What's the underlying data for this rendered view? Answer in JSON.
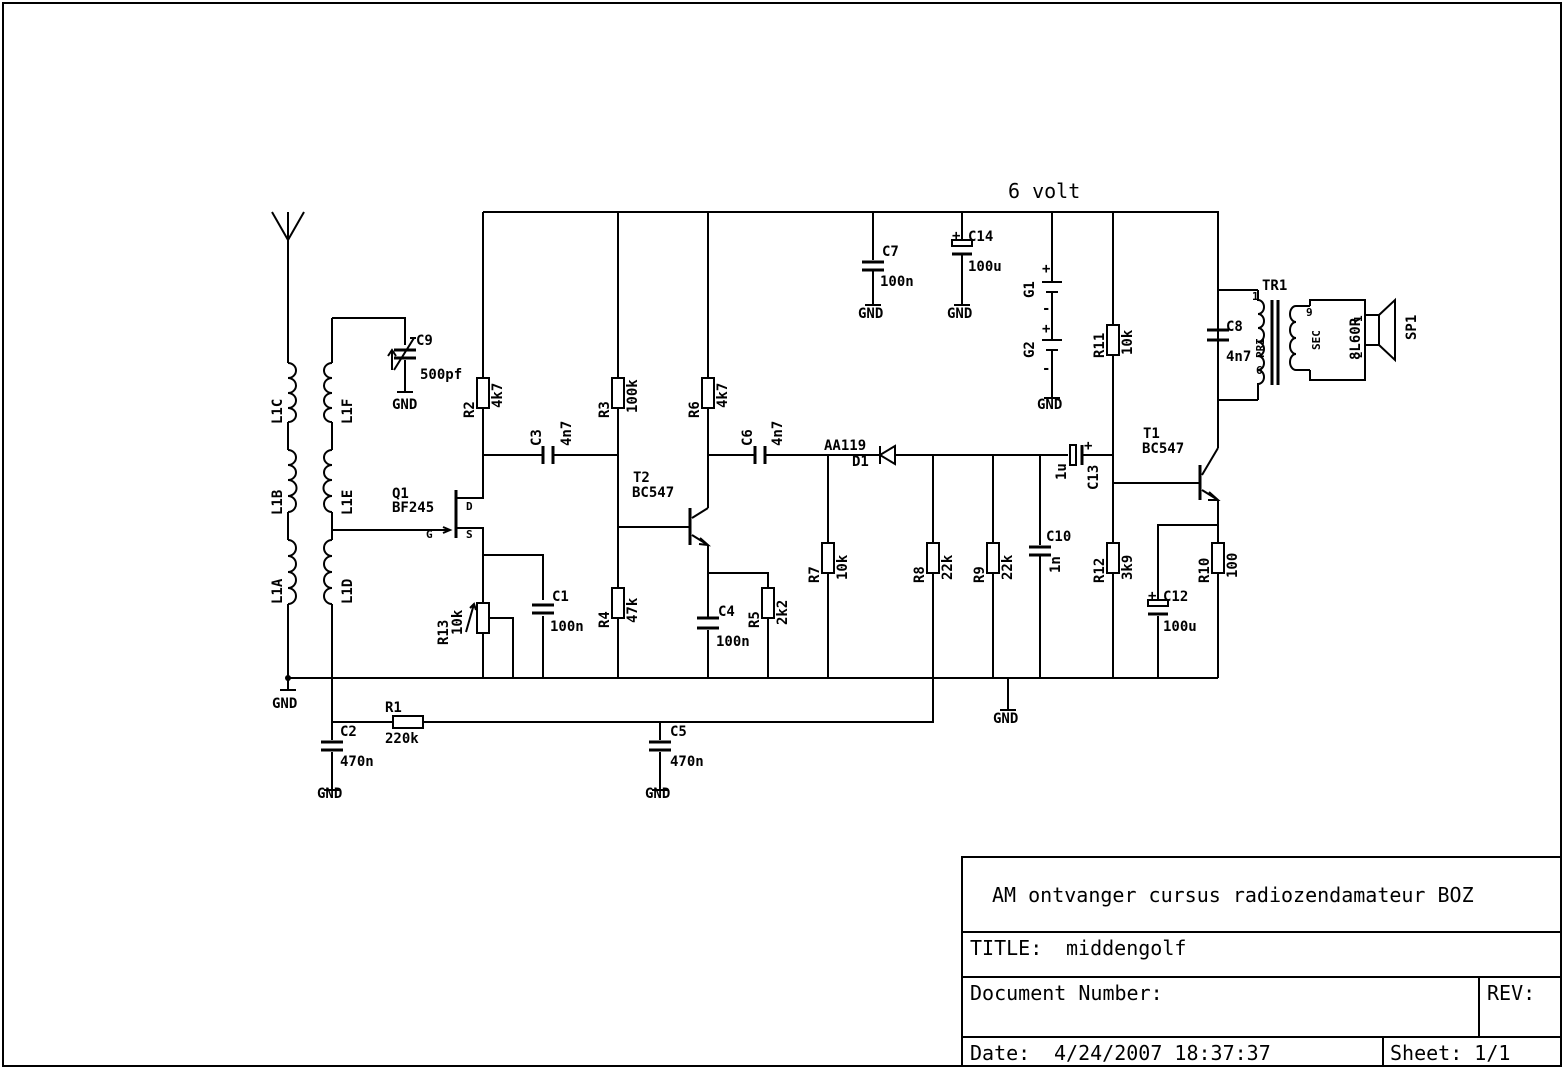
{
  "supply": {
    "label": "6 volt"
  },
  "components": {
    "L1A": "L1A",
    "L1B": "L1B",
    "L1C": "L1C",
    "L1D": "L1D",
    "L1E": "L1E",
    "L1F": "L1F",
    "C9": {
      "ref": "C9",
      "value": "500pf"
    },
    "Q1": {
      "ref": "Q1",
      "value": "BF245",
      "pin_d": "D",
      "pin_g": "G",
      "pin_s": "S"
    },
    "R2": {
      "ref": "R2",
      "value": "4k7"
    },
    "R3": {
      "ref": "R3",
      "value": "100k"
    },
    "R4": {
      "ref": "R4",
      "value": "47k"
    },
    "R5": {
      "ref": "R5",
      "value": "2k2"
    },
    "R6": {
      "ref": "R6",
      "value": "4k7"
    },
    "R7": {
      "ref": "R7",
      "value": "10k"
    },
    "R8": {
      "ref": "R8",
      "value": "22k"
    },
    "R9": {
      "ref": "R9",
      "value": "22k"
    },
    "R10": {
      "ref": "R10",
      "value": "100"
    },
    "R11": {
      "ref": "R11",
      "value": "10k"
    },
    "R12": {
      "ref": "R12",
      "value": "3k9"
    },
    "R13": {
      "ref": "R13",
      "value": "10k"
    },
    "R1": {
      "ref": "R1",
      "value": "220k"
    },
    "C1": {
      "ref": "C1",
      "value": "100n"
    },
    "C2": {
      "ref": "C2",
      "value": "470n"
    },
    "C3": {
      "ref": "C3",
      "value": "4n7"
    },
    "C4": {
      "ref": "C4",
      "value": "100n"
    },
    "C5": {
      "ref": "C5",
      "value": "470n"
    },
    "C6": {
      "ref": "C6",
      "value": "4n7"
    },
    "C7": {
      "ref": "C7",
      "value": "100n"
    },
    "C8": {
      "ref": "C8",
      "value": "4n7"
    },
    "C10": {
      "ref": "C10",
      "value": "1n"
    },
    "C12": {
      "ref": "C12",
      "value": "100u"
    },
    "C13": {
      "ref": "C13",
      "value": "1u"
    },
    "C14": {
      "ref": "C14",
      "value": "100u"
    },
    "T1": {
      "ref": "T1",
      "value": "BC547"
    },
    "T2": {
      "ref": "T2",
      "value": "BC547"
    },
    "D1": {
      "ref": "D1",
      "value": "AA119"
    },
    "G1": "G1",
    "G2": "G2",
    "TR1": {
      "ref": "TR1",
      "pri": "PRI",
      "sec": "SEC",
      "pin1": "1",
      "pin6": "6",
      "pin9": "9",
      "pin2": "2",
      "pin1b": "1"
    },
    "SP1": {
      "ref": "SP1",
      "value": "8L60R"
    }
  },
  "gnd_label": "GND",
  "plus": "+",
  "minus": "-",
  "title_block": {
    "heading": "AM ontvanger cursus radiozendamateur BOZ",
    "title_label": "TITLE:",
    "title_value": "middengolf",
    "docnum_label": "Document Number:",
    "rev_label": "REV:",
    "date_label": "Date:",
    "date_value": "4/24/2007 18:37:37",
    "sheet_label": "Sheet: 1/1"
  }
}
